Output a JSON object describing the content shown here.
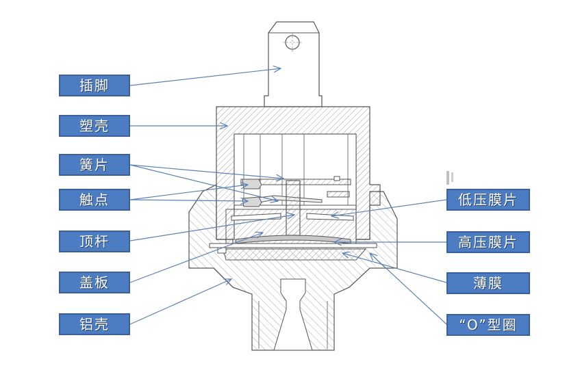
{
  "title": "压力开关结构剖面图",
  "colors": {
    "label_fill": "#4c7dc2",
    "label_border": "#3b5f96",
    "leader_line": "#5b80b4",
    "drawing_line": "#555555",
    "hatch": "#9a9a9a"
  },
  "labels_left": [
    {
      "id": "pin",
      "text": "插脚"
    },
    {
      "id": "plastic-shell",
      "text": "塑壳"
    },
    {
      "id": "reed",
      "text": "簧片"
    },
    {
      "id": "contact",
      "text": "触点"
    },
    {
      "id": "push-rod",
      "text": "顶杆"
    },
    {
      "id": "cover-plate",
      "text": "盖板"
    },
    {
      "id": "aluminum-shell",
      "text": "铝壳"
    }
  ],
  "labels_right": [
    {
      "id": "low-pressure-diaphragm",
      "text": "低压膜片"
    },
    {
      "id": "high-pressure-diaphragm",
      "text": "高压膜片"
    },
    {
      "id": "membrane",
      "text": "薄膜"
    },
    {
      "id": "o-ring",
      "text": "“O”型圈"
    }
  ]
}
